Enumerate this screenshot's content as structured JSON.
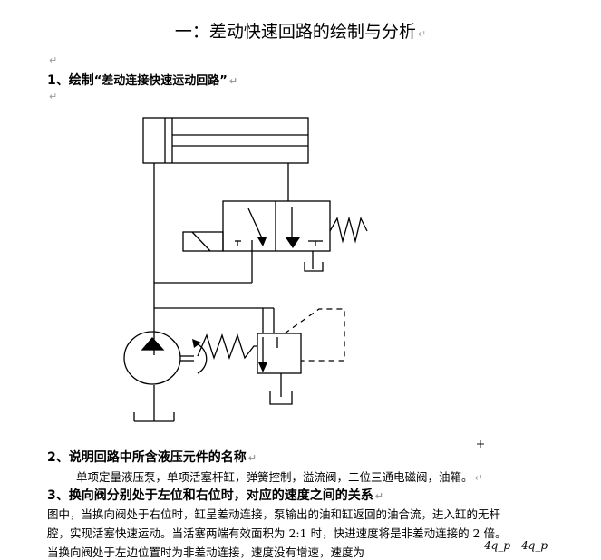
{
  "document": {
    "title": "一：差动快速回路的绘制与分析",
    "section1": {
      "heading": "1、绘制",
      "quoted": "“差动连接快速运动回路”"
    },
    "section2": {
      "heading": "2、说明回路中所含液压元件的名称",
      "body": "单项定量液压泵，单项活塞杆缸，弹簧控制，溢流阀，二位三通电磁阀，油箱。"
    },
    "section3": {
      "heading": "3、换向阀分别处于左位和右位时，对应的速度之间的关系",
      "line1": "图中，当换向阀处于右位时，缸呈差动连接，泵输出的油和缸返回的油合流，进入缸的无杆",
      "line2": "腔，实现活塞快速运动。当活塞两端有效面积为 2:1 时，快进速度将是非差动连接的 2 倍。",
      "line3": "当换向阀处于左边位置时为非差动连接，速度没有增速，速度为",
      "formula1": "4q_p",
      "formula2": "4q_p"
    },
    "return_mark": "↵"
  },
  "diagram": {
    "components": [
      "cylinder-icon",
      "solenoid-valve-icon",
      "spring-icon",
      "tank-icon",
      "pump-icon",
      "relief-valve-icon",
      "motor-shaft-icon"
    ]
  }
}
